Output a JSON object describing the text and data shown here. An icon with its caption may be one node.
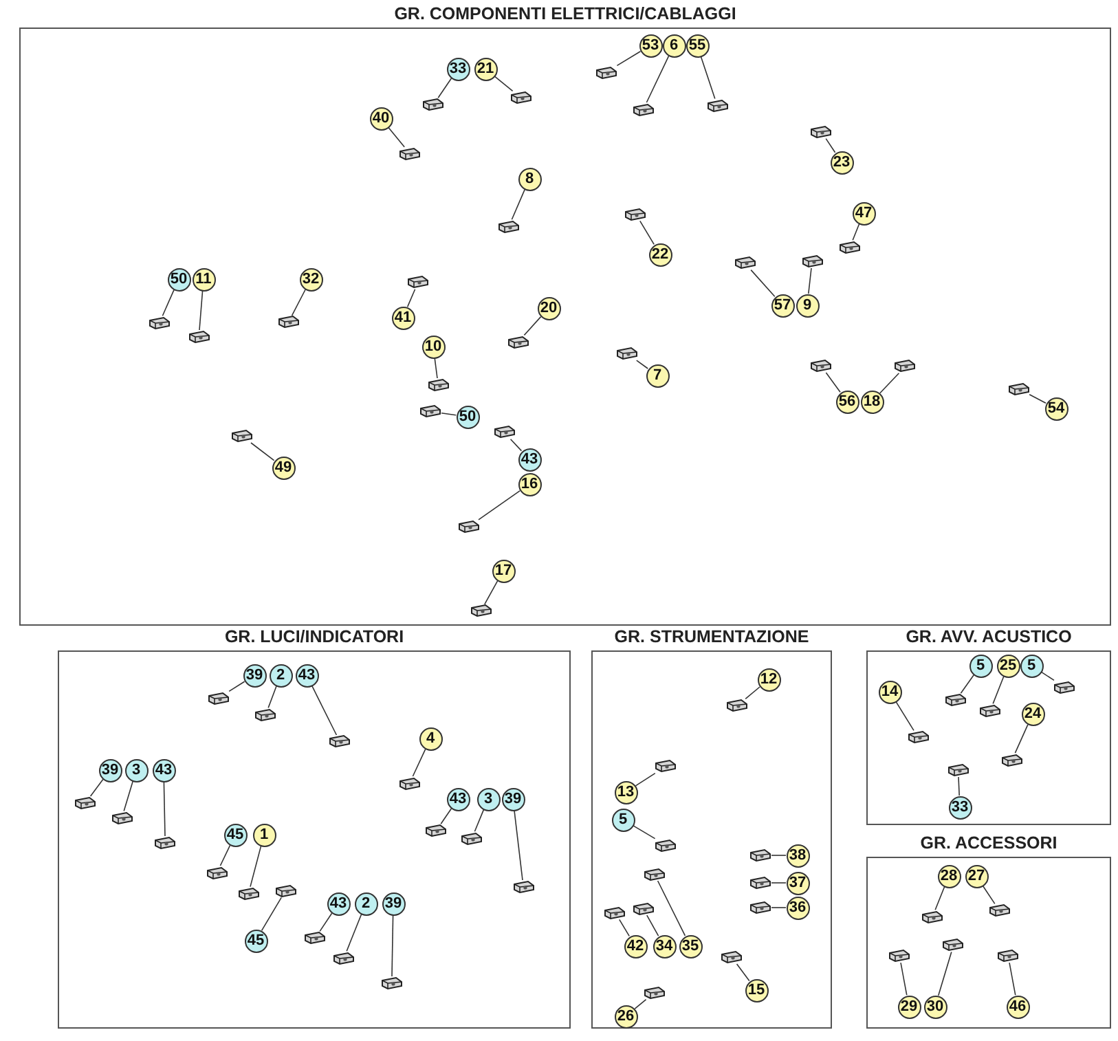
{
  "diagram": {
    "nodes": [
      {
        "text": [
          "GR. COMPONENTI ELETTRICI/CABLAGGI"
        ]
      },
      {
        "text": [
          "33"
        ],
        "in": 0
      },
      {
        "text": [
          "21"
        ],
        "in": 0
      },
      {
        "text": [
          "40"
        ],
        "in": 0
      },
      {
        "text": [
          "53"
        ],
        "in": 0
      },
      {
        "text": [
          "6"
        ],
        "in": 0
      },
      {
        "text": [
          "55"
        ],
        "in": 0
      },
      {
        "text": [
          "23"
        ],
        "in": 0
      },
      {
        "text": [
          "8"
        ],
        "in": 0
      },
      {
        "text": [
          "47"
        ],
        "in": 0
      },
      {
        "text": [
          "22"
        ],
        "in": 0
      },
      {
        "text": [
          "32"
        ],
        "in": 0
      },
      {
        "text": [
          "50"
        ],
        "in": 0
      },
      {
        "text": [
          "11"
        ],
        "in": 0
      },
      {
        "text": [
          "20"
        ],
        "in": 0
      },
      {
        "text": [
          "41"
        ],
        "in": 0
      },
      {
        "text": [
          "57"
        ],
        "in": 0
      },
      {
        "text": [
          "9"
        ],
        "in": 0
      },
      {
        "text": [
          "10"
        ],
        "in": 0
      },
      {
        "text": [
          "7"
        ],
        "in": 0
      },
      {
        "text": [
          "50"
        ],
        "in": 0
      },
      {
        "text": [
          "56"
        ],
        "in": 0
      },
      {
        "text": [
          "18"
        ],
        "in": 0
      },
      {
        "text": [
          "54"
        ],
        "in": 0
      },
      {
        "text": [
          "49"
        ],
        "in": 0
      },
      {
        "text": [
          "43"
        ],
        "in": 0
      },
      {
        "text": [
          "16"
        ],
        "in": 0
      },
      {
        "text": [
          "17"
        ],
        "in": 0
      },
      {
        "text": [
          "GR. LUCI/INDICATORI"
        ]
      },
      {
        "text": [
          "39"
        ],
        "in": 28
      },
      {
        "text": [
          "2"
        ],
        "in": 28
      },
      {
        "text": [
          "43"
        ],
        "in": 28
      },
      {
        "text": [
          "4"
        ],
        "in": 28
      },
      {
        "text": [
          "39"
        ],
        "in": 28
      },
      {
        "text": [
          "3"
        ],
        "in": 28
      },
      {
        "text": [
          "43"
        ],
        "in": 28
      },
      {
        "text": [
          "45"
        ],
        "in": 28
      },
      {
        "text": [
          "1"
        ],
        "in": 28
      },
      {
        "text": [
          "43"
        ],
        "in": 28
      },
      {
        "text": [
          "3"
        ],
        "in": 28
      },
      {
        "text": [
          "39"
        ],
        "in": 28
      },
      {
        "text": [
          "45"
        ],
        "in": 28
      },
      {
        "text": [
          "43"
        ],
        "in": 28
      },
      {
        "text": [
          "2"
        ],
        "in": 28
      },
      {
        "text": [
          "39"
        ],
        "in": 28
      },
      {
        "text": [
          "GR. STRUMENTAZIONE"
        ]
      },
      {
        "text": [
          "12"
        ],
        "in": 45
      },
      {
        "text": [
          "13"
        ],
        "in": 45
      },
      {
        "text": [
          "5"
        ],
        "in": 45
      },
      {
        "text": [
          "38"
        ],
        "in": 45
      },
      {
        "text": [
          "37"
        ],
        "in": 45
      },
      {
        "text": [
          "36"
        ],
        "in": 45
      },
      {
        "text": [
          "42"
        ],
        "in": 45
      },
      {
        "text": [
          "34"
        ],
        "in": 45
      },
      {
        "text": [
          "35"
        ],
        "in": 45
      },
      {
        "text": [
          "15"
        ],
        "in": 45
      },
      {
        "text": [
          "26"
        ],
        "in": 45
      },
      {
        "text": [
          "GR. AVV. ACUSTICO"
        ]
      },
      {
        "text": [
          "5"
        ],
        "in": 57
      },
      {
        "text": [
          "25"
        ],
        "in": 57
      },
      {
        "text": [
          "5"
        ],
        "in": 57
      },
      {
        "text": [
          "14"
        ],
        "in": 57
      },
      {
        "text": [
          "24"
        ],
        "in": 57
      },
      {
        "text": [
          "33"
        ],
        "in": 57
      },
      {
        "text": [
          "GR. ACCESSORI"
        ]
      },
      {
        "text": [
          "28"
        ],
        "in": 64
      },
      {
        "text": [
          "27"
        ],
        "in": 64
      },
      {
        "text": [
          "29"
        ],
        "in": 64
      },
      {
        "text": [
          "30"
        ],
        "in": 64
      },
      {
        "text": [
          "46"
        ],
        "in": 64
      },
      {
        "text": [],
        "shape": "picture",
        "in": 0
      },
      {
        "text": [],
        "shape": "picture",
        "in": 0
      },
      {
        "text": [],
        "shape": "picture",
        "in": 0
      },
      {
        "text": [],
        "shape": "picture",
        "in": 0
      },
      {
        "text": [],
        "shape": "picture",
        "in": 0
      },
      {
        "text": [],
        "shape": "picture",
        "in": 0
      },
      {
        "text": [],
        "shape": "picture",
        "in": 0
      },
      {
        "text": [],
        "shape": "picture",
        "in": 0
      },
      {
        "text": [],
        "shape": "picture",
        "in": 0
      },
      {
        "text": [],
        "shape": "picture",
        "in": 0
      },
      {
        "text": [],
        "shape": "picture",
        "in": 0
      },
      {
        "text": [],
        "shape": "picture",
        "in": 0
      },
      {
        "text": [],
        "shape": "picture",
        "in": 0
      },
      {
        "text": [],
        "shape": "picture",
        "in": 0
      },
      {
        "text": [],
        "shape": "picture",
        "in": 0
      },
      {
        "text": [],
        "shape": "picture",
        "in": 0
      },
      {
        "text": [],
        "shape": "picture",
        "in": 0
      },
      {
        "text": [],
        "shape": "picture",
        "in": 0
      },
      {
        "text": [],
        "shape": "picture",
        "in": 0
      },
      {
        "text": [],
        "shape": "picture",
        "in": 0
      },
      {
        "text": [],
        "shape": "picture",
        "in": 0
      },
      {
        "text": [],
        "shape": "picture",
        "in": 0
      },
      {
        "text": [],
        "shape": "picture",
        "in": 0
      },
      {
        "text": [],
        "shape": "picture",
        "in": 0
      },
      {
        "text": [],
        "shape": "picture",
        "in": 0
      },
      {
        "text": [],
        "shape": "picture",
        "in": 0
      },
      {
        "text": [],
        "shape": "picture",
        "in": 0
      },
      {
        "text": [],
        "shape": "picture",
        "in": 28
      },
      {
        "text": [],
        "shape": "picture",
        "in": 28
      },
      {
        "text": [],
        "shape": "picture",
        "in": 28
      },
      {
        "text": [],
        "shape": "picture",
        "in": 28
      },
      {
        "text": [],
        "shape": "picture",
        "in": 28
      },
      {
        "text": [],
        "shape": "picture",
        "in": 28
      },
      {
        "text": [],
        "shape": "picture",
        "in": 28
      },
      {
        "text": [],
        "shape": "picture",
        "in": 28
      },
      {
        "text": [],
        "shape": "picture",
        "in": 28
      },
      {
        "text": [],
        "shape": "picture",
        "in": 28
      },
      {
        "text": [],
        "shape": "picture",
        "in": 28
      },
      {
        "text": [],
        "shape": "picture",
        "in": 28
      },
      {
        "text": [],
        "shape": "picture",
        "in": 28
      },
      {
        "text": [],
        "shape": "picture",
        "in": 28
      },
      {
        "text": [],
        "shape": "picture",
        "in": 28
      },
      {
        "text": [],
        "shape": "picture",
        "in": 28
      },
      {
        "text": [],
        "shape": "picture",
        "in": 45
      },
      {
        "text": [],
        "shape": "picture",
        "in": 45
      },
      {
        "text": [],
        "shape": "picture",
        "in": 45
      },
      {
        "text": [],
        "shape": "picture",
        "in": 45
      },
      {
        "text": [],
        "shape": "picture",
        "in": 45
      },
      {
        "text": [],
        "shape": "picture",
        "in": 45
      },
      {
        "text": [],
        "shape": "picture",
        "in": 45
      },
      {
        "text": [],
        "shape": "picture",
        "in": 45
      },
      {
        "text": [],
        "shape": "picture",
        "in": 45
      },
      {
        "text": [],
        "shape": "picture",
        "in": 45
      },
      {
        "text": [],
        "shape": "picture",
        "in": 45
      },
      {
        "text": [],
        "shape": "picture",
        "in": 57
      },
      {
        "text": [],
        "shape": "picture",
        "in": 57
      },
      {
        "text": [],
        "shape": "picture",
        "in": 57
      },
      {
        "text": [],
        "shape": "picture",
        "in": 57
      },
      {
        "text": [],
        "shape": "picture",
        "in": 57
      },
      {
        "text": [],
        "shape": "picture",
        "in": 57
      },
      {
        "text": [],
        "shape": "picture",
        "in": 64
      },
      {
        "text": [],
        "shape": "picture",
        "in": 64
      },
      {
        "text": [],
        "shape": "picture",
        "in": 64
      },
      {
        "text": [],
        "shape": "picture",
        "in": 64
      },
      {
        "text": [],
        "shape": "picture",
        "in": 64
      }
    ],
    "edges": [
      {
        "from": 1,
        "to": 70,
        "arrow": "none"
      },
      {
        "from": 2,
        "to": 71,
        "arrow": "none"
      },
      {
        "from": 3,
        "to": 72,
        "arrow": "none"
      },
      {
        "from": 4,
        "to": 73,
        "arrow": "none"
      },
      {
        "from": 5,
        "to": 74,
        "arrow": "none"
      },
      {
        "from": 6,
        "to": 75,
        "arrow": "none"
      },
      {
        "from": 7,
        "to": 76,
        "arrow": "none"
      },
      {
        "from": 8,
        "to": 77,
        "arrow": "none"
      },
      {
        "from": 9,
        "to": 78,
        "arrow": "none"
      },
      {
        "from": 10,
        "to": 79,
        "arrow": "none"
      },
      {
        "from": 11,
        "to": 80,
        "arrow": "none"
      },
      {
        "from": 12,
        "to": 81,
        "arrow": "none"
      },
      {
        "from": 13,
        "to": 82,
        "arrow": "none"
      },
      {
        "from": 14,
        "to": 83,
        "arrow": "none"
      },
      {
        "from": 15,
        "to": 84,
        "arrow": "none"
      },
      {
        "from": 16,
        "to": 85,
        "arrow": "none"
      },
      {
        "from": 17,
        "to": 86,
        "arrow": "none"
      },
      {
        "from": 18,
        "to": 87,
        "arrow": "none"
      },
      {
        "from": 19,
        "to": 88,
        "arrow": "none"
      },
      {
        "from": 20,
        "to": 89,
        "arrow": "none"
      },
      {
        "from": 21,
        "to": 90,
        "arrow": "none"
      },
      {
        "from": 22,
        "to": 91,
        "arrow": "none"
      },
      {
        "from": 23,
        "to": 92,
        "arrow": "none"
      },
      {
        "from": 24,
        "to": 93,
        "arrow": "none"
      },
      {
        "from": 25,
        "to": 94,
        "arrow": "none"
      },
      {
        "from": 26,
        "to": 95,
        "arrow": "none"
      },
      {
        "from": 27,
        "to": 96,
        "arrow": "none"
      },
      {
        "from": 29,
        "to": 97,
        "arrow": "none"
      },
      {
        "from": 30,
        "to": 98,
        "arrow": "none"
      },
      {
        "from": 31,
        "to": 99,
        "arrow": "none"
      },
      {
        "from": 32,
        "to": 100,
        "arrow": "none"
      },
      {
        "from": 33,
        "to": 101,
        "arrow": "none"
      },
      {
        "from": 34,
        "to": 102,
        "arrow": "none"
      },
      {
        "from": 35,
        "to": 103,
        "arrow": "none"
      },
      {
        "from": 36,
        "to": 104,
        "arrow": "none"
      },
      {
        "from": 37,
        "to": 105,
        "arrow": "none"
      },
      {
        "from": 38,
        "to": 106,
        "arrow": "none"
      },
      {
        "from": 39,
        "to": 107,
        "arrow": "none"
      },
      {
        "from": 40,
        "to": 108,
        "arrow": "none"
      },
      {
        "from": 41,
        "to": 109,
        "arrow": "none"
      },
      {
        "from": 42,
        "to": 110,
        "arrow": "none"
      },
      {
        "from": 43,
        "to": 111,
        "arrow": "none"
      },
      {
        "from": 44,
        "to": 112,
        "arrow": "none"
      },
      {
        "from": 46,
        "to": 113,
        "arrow": "none"
      },
      {
        "from": 47,
        "to": 114,
        "arrow": "none"
      },
      {
        "from": 48,
        "to": 115,
        "arrow": "none"
      },
      {
        "from": 49,
        "to": 116,
        "arrow": "none"
      },
      {
        "from": 50,
        "to": 117,
        "arrow": "none"
      },
      {
        "from": 51,
        "to": 118,
        "arrow": "none"
      },
      {
        "from": 52,
        "to": 119,
        "arrow": "none"
      },
      {
        "from": 53,
        "to": 120,
        "arrow": "none"
      },
      {
        "from": 54,
        "to": 121,
        "arrow": "none"
      },
      {
        "from": 55,
        "to": 122,
        "arrow": "none"
      },
      {
        "from": 56,
        "to": 123,
        "arrow": "none"
      },
      {
        "from": 58,
        "to": 124,
        "arrow": "none"
      },
      {
        "from": 59,
        "to": 125,
        "arrow": "none"
      },
      {
        "from": 60,
        "to": 126,
        "arrow": "none"
      },
      {
        "from": 61,
        "to": 127,
        "arrow": "none"
      },
      {
        "from": 62,
        "to": 128,
        "arrow": "none"
      },
      {
        "from": 63,
        "to": 129,
        "arrow": "none"
      },
      {
        "from": 65,
        "to": 130,
        "arrow": "none"
      },
      {
        "from": 66,
        "to": 131,
        "arrow": "none"
      },
      {
        "from": 67,
        "to": 132,
        "arrow": "none"
      },
      {
        "from": 68,
        "to": 133,
        "arrow": "none"
      },
      {
        "from": 69,
        "to": 134,
        "arrow": "none"
      }
    ]
  }
}
